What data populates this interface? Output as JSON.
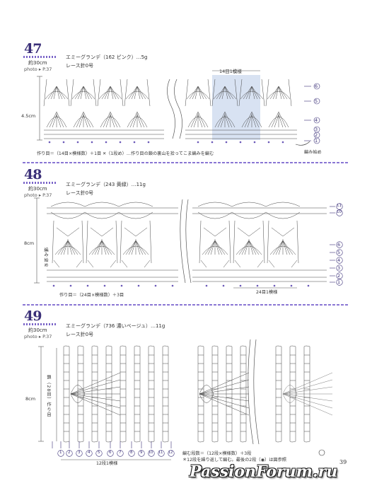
{
  "pattern47": {
    "number": "47",
    "size": "約30cm",
    "photo": "photo ▸ P.37",
    "material": "エミーグランデ（162 ピンク）…5g",
    "hook": "レース針0号",
    "repeat_label": "14目1模様",
    "height_label": "4.5cm",
    "cast_on_note": "作り目＝（14目×模様数）＋1目",
    "stitch_note": "✕（1段め）…作り目の鎖の裏山を拾ってこま編みを編む",
    "start_label": "編み始め",
    "row_numbers": [
      "6",
      "5",
      "4",
      "3",
      "2",
      "1"
    ]
  },
  "pattern48": {
    "number": "48",
    "size": "約30cm",
    "photo": "photo ▸ P.37",
    "material": "エミーグランデ（243 黄緑）…11g",
    "hook": "レース針0号",
    "height_label": "8cm",
    "start_label": "編み始め",
    "cast_on_note": "作り目＝（24目×模様数）＋3目",
    "repeat_label": "24目1模様",
    "row_numbers": [
      "11",
      "10",
      "6",
      "5",
      "4",
      "3",
      "2",
      "1"
    ]
  },
  "pattern49": {
    "number": "49",
    "size": "約30cm",
    "photo": "photo ▸ P.37",
    "material": "エミーグランデ（736 濃いベージュ）…11g",
    "hook": "レース針0号",
    "height_label": "8cm",
    "vertical_label": "鎖（28目）作り目",
    "rows_note": "編む段数＝（12段×模様数）＋3段",
    "repeat_note": "＊12段を繰り返して編む。最後の2段（◉）は図参照",
    "repeat_label": "12段1模様",
    "bottom_rows": [
      "1",
      "2",
      "3",
      "4",
      "5",
      "6",
      "7",
      "8",
      "9",
      "10",
      "11",
      "12"
    ]
  },
  "page": {
    "number": "39",
    "watermark": "PassionForum.ru"
  },
  "colors": {
    "accent": "#3a2f78",
    "divider": "#8a76d4",
    "highlight": "#c8d6ec"
  }
}
